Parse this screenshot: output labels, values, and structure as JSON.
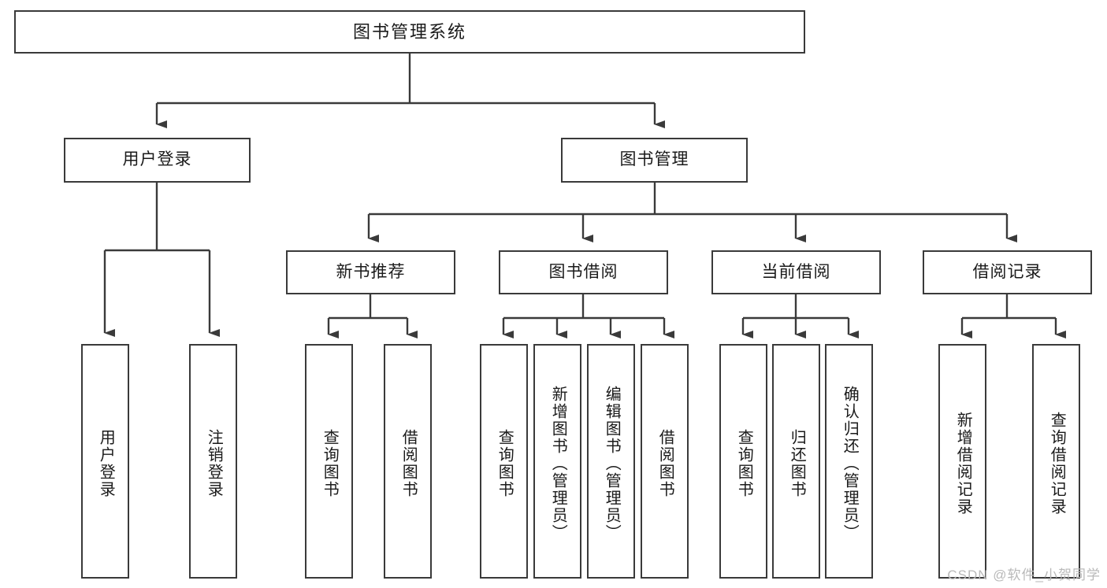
{
  "diagram": {
    "title": "图书管理系统",
    "type": "tree",
    "root": {
      "label": "图书管理系统"
    },
    "level1": [
      {
        "id": "user-login",
        "label": "用户登录"
      },
      {
        "id": "book-management",
        "label": "图书管理"
      }
    ],
    "level2": [
      {
        "id": "new-book-recommend",
        "label": "新书推荐",
        "parent": "book-management"
      },
      {
        "id": "book-borrow",
        "label": "图书借阅",
        "parent": "book-management"
      },
      {
        "id": "current-borrow",
        "label": "当前借阅",
        "parent": "book-management"
      },
      {
        "id": "borrow-record",
        "label": "借阅记录",
        "parent": "book-management"
      }
    ],
    "leaves": {
      "user-login": [
        {
          "id": "leaf-user-login",
          "label": "用户登录"
        },
        {
          "id": "leaf-logout",
          "label": "注销登录"
        }
      ],
      "new-book-recommend": [
        {
          "id": "leaf-query-book-1",
          "label": "查询图书"
        },
        {
          "id": "leaf-borrow-book-1",
          "label": "借阅图书"
        }
      ],
      "book-borrow": [
        {
          "id": "leaf-query-book-2",
          "label": "查询图书"
        },
        {
          "id": "leaf-add-book",
          "label": "新增图书（管理员）"
        },
        {
          "id": "leaf-edit-book",
          "label": "编辑图书（管理员）"
        },
        {
          "id": "leaf-borrow-book-2",
          "label": "借阅图书"
        }
      ],
      "current-borrow": [
        {
          "id": "leaf-query-book-3",
          "label": "查询图书"
        },
        {
          "id": "leaf-return-book",
          "label": "归还图书"
        },
        {
          "id": "leaf-confirm-return",
          "label": "确认归还（管理员）"
        }
      ],
      "borrow-record": [
        {
          "id": "leaf-add-record",
          "label": "新增借阅记录"
        },
        {
          "id": "leaf-query-record",
          "label": "查询借阅记录"
        }
      ]
    },
    "colors": {
      "stroke": "#3a3a3a",
      "fill": "#ffffff",
      "text": "#1a1a1a",
      "watermark": "#b9b9b9"
    }
  },
  "watermark": {
    "text": "CSDN @软件_小贺同学"
  }
}
